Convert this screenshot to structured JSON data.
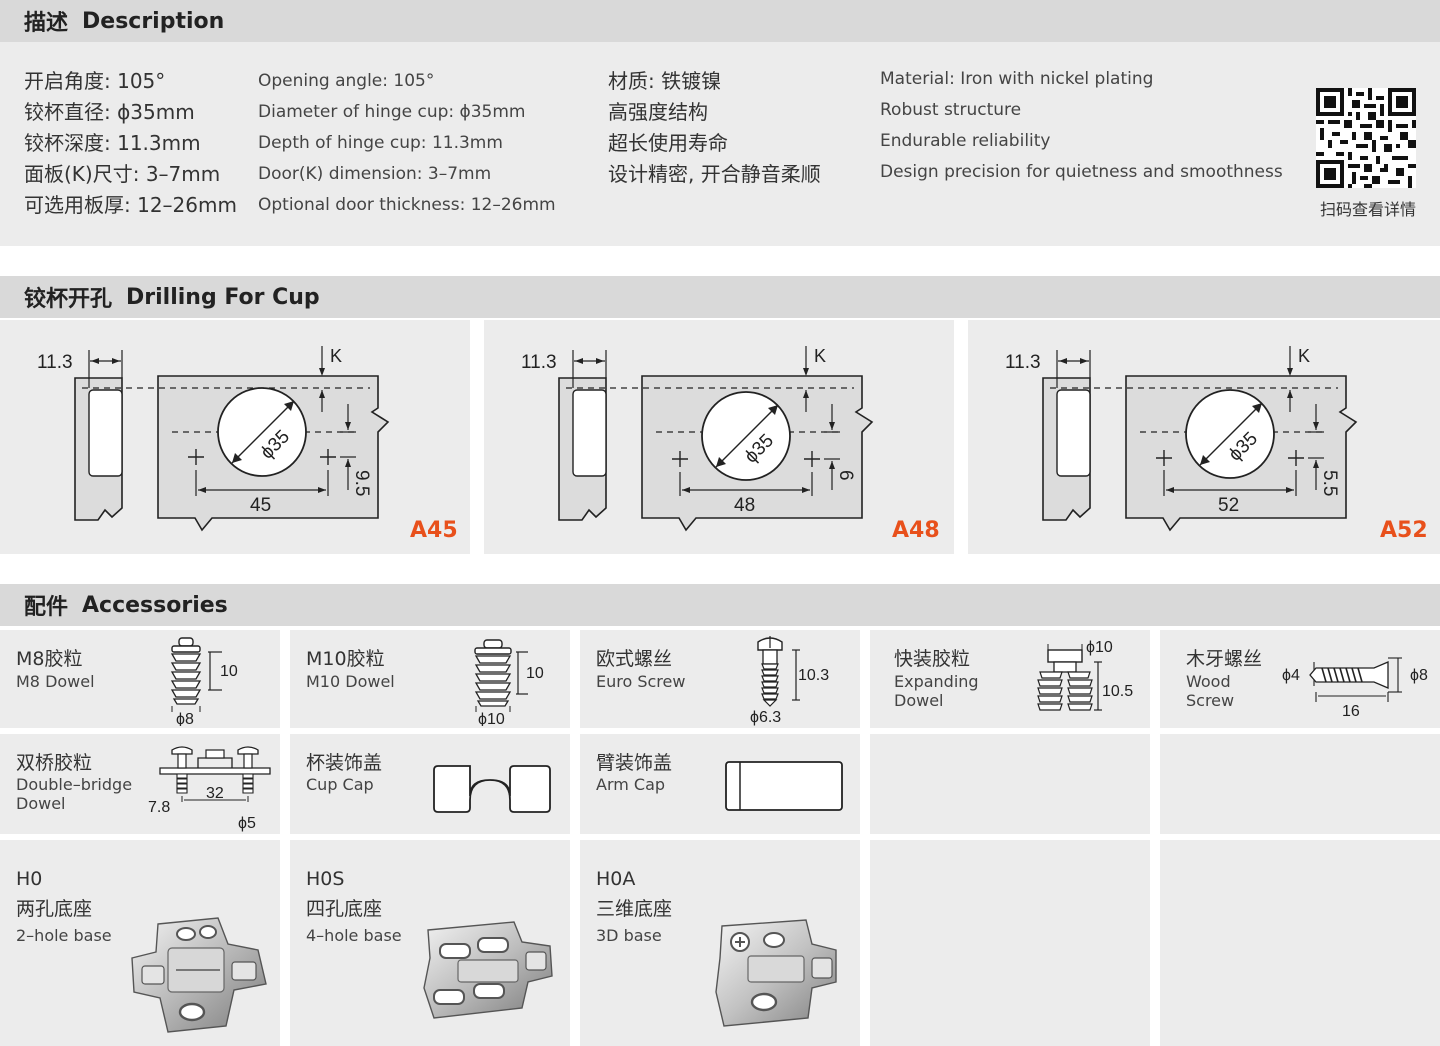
{
  "description": {
    "header_cn": "描述",
    "header_en": "Description",
    "cn_col1": [
      "开启角度: 105°",
      "铰杯直径: ϕ35mm",
      "铰杯深度: 11.3mm",
      "面板(K)尺寸: 3–7mm",
      "可选用板厚: 12–26mm"
    ],
    "en_col1": [
      "Opening angle: 105°",
      "Diameter of hinge cup: ϕ35mm",
      "Depth of hinge cup: 11.3mm",
      "Door(K) dimension: 3–7mm",
      "Optional door thickness: 12–26mm"
    ],
    "cn_col2": [
      "材质: 铁镀镍",
      "高强度结构",
      "超长使用寿命",
      "设计精密, 开合静音柔顺"
    ],
    "en_col2": [
      "Material: Iron with nickel plating",
      "Robust structure",
      "Endurable reliability",
      "Design precision for quietness and smoothness"
    ],
    "qr_label": "扫码查看详情"
  },
  "drilling": {
    "header_cn": "铰杯开孔",
    "header_en": "Drilling For Cup",
    "panels": [
      {
        "code": "A45",
        "depth": "11.3",
        "k": "K",
        "diameter": "ϕ35",
        "distance": "45",
        "offset": "9.5"
      },
      {
        "code": "A48",
        "depth": "11.3",
        "k": "K",
        "diameter": "ϕ35",
        "distance": "48",
        "offset": "6"
      },
      {
        "code": "A52",
        "depth": "11.3",
        "k": "K",
        "diameter": "ϕ35",
        "distance": "52",
        "offset": "5.5"
      }
    ]
  },
  "accessories": {
    "header_cn": "配件",
    "header_en": "Accessories",
    "items": [
      {
        "cn": "M8胶粒",
        "en": "M8 Dowel",
        "dims": [
          "10",
          "ϕ8"
        ],
        "icon": "dowel-icon"
      },
      {
        "cn": "M10胶粒",
        "en": "M10 Dowel",
        "dims": [
          "10",
          "ϕ10"
        ],
        "icon": "dowel-icon"
      },
      {
        "cn": "欧式螺丝",
        "en": "Euro Screw",
        "dims": [
          "10.3",
          "ϕ6.3"
        ],
        "icon": "screw-icon"
      },
      {
        "cn": "快装胶粒",
        "en": "Expanding\nDowel",
        "dims": [
          "ϕ10",
          "10.5"
        ],
        "icon": "expanding-dowel-icon"
      },
      {
        "cn": "木牙螺丝",
        "en": "Wood\nScrew",
        "dims": [
          "ϕ4",
          "ϕ8",
          "16"
        ],
        "icon": "wood-screw-icon"
      },
      {
        "cn": "双桥胶粒",
        "en": "Double–bridge\nDowel",
        "dims": [
          "32",
          "7.8",
          "ϕ5"
        ],
        "icon": "double-bridge-dowel-icon"
      },
      {
        "cn": "杯装饰盖",
        "en": "Cup Cap",
        "icon": "cup-cap-icon"
      },
      {
        "cn": "臂装饰盖",
        "en": "Arm Cap",
        "icon": "arm-cap-icon"
      }
    ],
    "bases": [
      {
        "code": "H0",
        "cn": "两孔底座",
        "en": "2–hole base",
        "icon": "two-hole-base-icon"
      },
      {
        "code": "H0S",
        "cn": "四孔底座",
        "en": "4–hole base",
        "icon": "four-hole-base-icon"
      },
      {
        "code": "H0A",
        "cn": "三维底座",
        "en": "3D base",
        "icon": "3d-base-icon"
      }
    ]
  }
}
